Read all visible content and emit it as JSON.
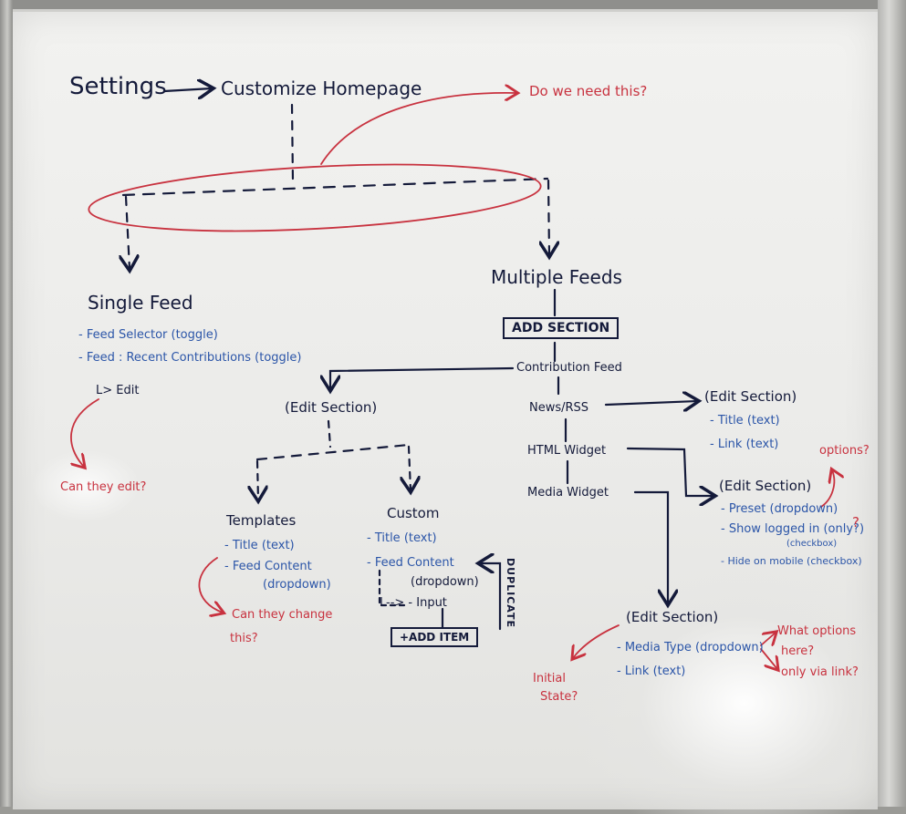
{
  "colors": {
    "black_marker": "#141a3a",
    "blue_marker": "#2b55a8",
    "red_marker": "#c8323f"
  },
  "top": {
    "settings": "Settings",
    "customize": "Customize Homepage",
    "do_we_need": "Do we need this?"
  },
  "single_feed": {
    "title": "Single Feed",
    "items": [
      "- Feed Selector (toggle)",
      "- Feed : Recent Contributions (toggle)"
    ],
    "edit": "L> Edit",
    "note": "Can they edit?"
  },
  "multiple_feeds": {
    "title": "Multiple Feeds",
    "add_section": "ADD SECTION",
    "contribution_feed": "Contribution Feed",
    "news_rss": "News/RSS",
    "html_widget": "HTML Widget",
    "media_widget": "Media Widget"
  },
  "edit_section_contrib": {
    "title": "(Edit Section)",
    "templates": {
      "title": "Templates",
      "items": [
        "- Title (text)",
        "- Feed Content",
        "(dropdown)"
      ],
      "note_1": "Can they change",
      "note_2": "this?"
    },
    "custom": {
      "title": "Custom",
      "items": [
        "- Title (text)",
        "- Feed Content",
        "(dropdown)",
        "L--> - Input"
      ],
      "duplicate": "DUPLICATE",
      "add_item": "+ADD ITEM"
    }
  },
  "edit_section_news": {
    "title": "(Edit Section)",
    "items": [
      "- Title (text)",
      "- Link (text)"
    ]
  },
  "edit_section_html": {
    "title": "(Edit Section)",
    "items": [
      "- Preset (dropdown)",
      "- Show logged in (only?)",
      "(checkbox)",
      "- Hide on mobile (checkbox)"
    ],
    "options": "options?",
    "q": "?"
  },
  "edit_section_media": {
    "title": "(Edit Section)",
    "items": [
      "- Media Type (dropdown)",
      "- Link (text)"
    ],
    "note_what_1": "What options",
    "note_what_2": "here?",
    "note_only": "only via link?",
    "initial_1": "Initial",
    "initial_2": "State?"
  }
}
